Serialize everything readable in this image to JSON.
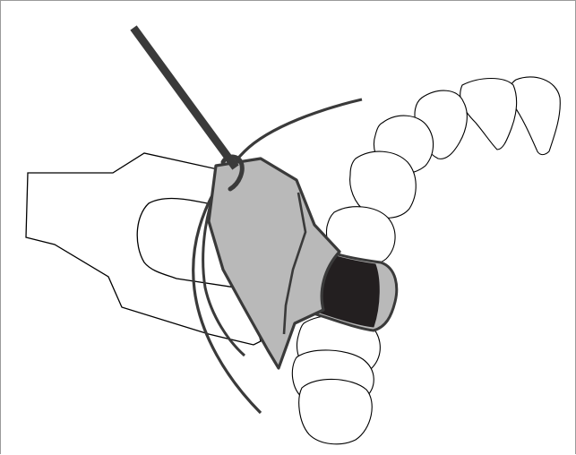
{
  "diagram": {
    "colors": {
      "background": "#ffffff",
      "outline": "#000000",
      "instrument": "#3a3a3a",
      "wedge_fill": "#b9b9b9",
      "wedge_stroke": "#3a3a3a",
      "matrix_fill": "#231f20",
      "matrix_edge": "#b9b9b9",
      "frame": "#9a9a9a"
    },
    "parts": {
      "holder": "matrix-retainer",
      "instrument": "probe-instrument",
      "arch_line": "arch-curve",
      "wedge": "wedge",
      "matrix": "matrix-band",
      "teeth_count": 9
    }
  }
}
